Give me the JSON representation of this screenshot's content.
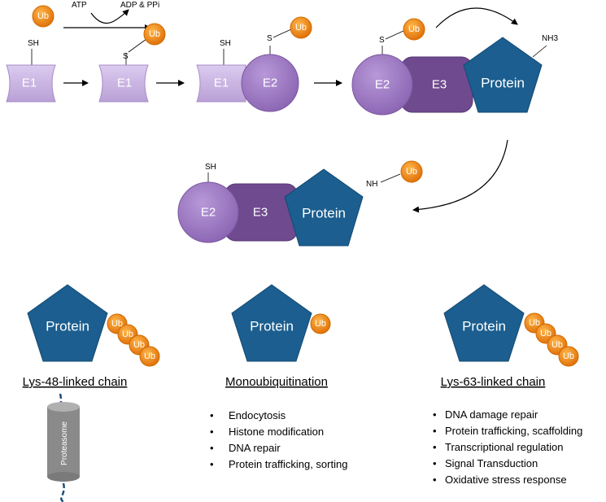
{
  "labels": {
    "ub": "Ub",
    "e1": "E1",
    "e2": "E2",
    "e3": "E3",
    "protein": "Protein",
    "sh": "SH",
    "s": "S",
    "nh3": "NH3",
    "nh": "NH",
    "atp": "ATP",
    "adp_ppi": "ADP & PPi",
    "proteasome": "Proteasome"
  },
  "sections": [
    {
      "heading": "Lys-48-linked chain",
      "items": []
    },
    {
      "heading": "Monoubiquitination",
      "items": [
        "Endocytosis",
        "Histone modification",
        "DNA repair",
        "Protein trafficking, sorting"
      ]
    },
    {
      "heading": "Lys-63-linked chain",
      "items": [
        "DNA damage repair",
        "Protein trafficking, scaffolding",
        "Transcriptional regulation",
        "Signal Transduction",
        "Oxidative stress response"
      ]
    }
  ],
  "colors": {
    "e1_fill": "#c9b5e0",
    "e1_stroke": "#8f78b0",
    "e2_fill": "#9b78c0",
    "e3_fill": "#6f4a8e",
    "protein_fill": "#1b5e8f",
    "ub_fill": "#f08a13",
    "proteasome": "#888888",
    "chain": "#1f4e79"
  }
}
